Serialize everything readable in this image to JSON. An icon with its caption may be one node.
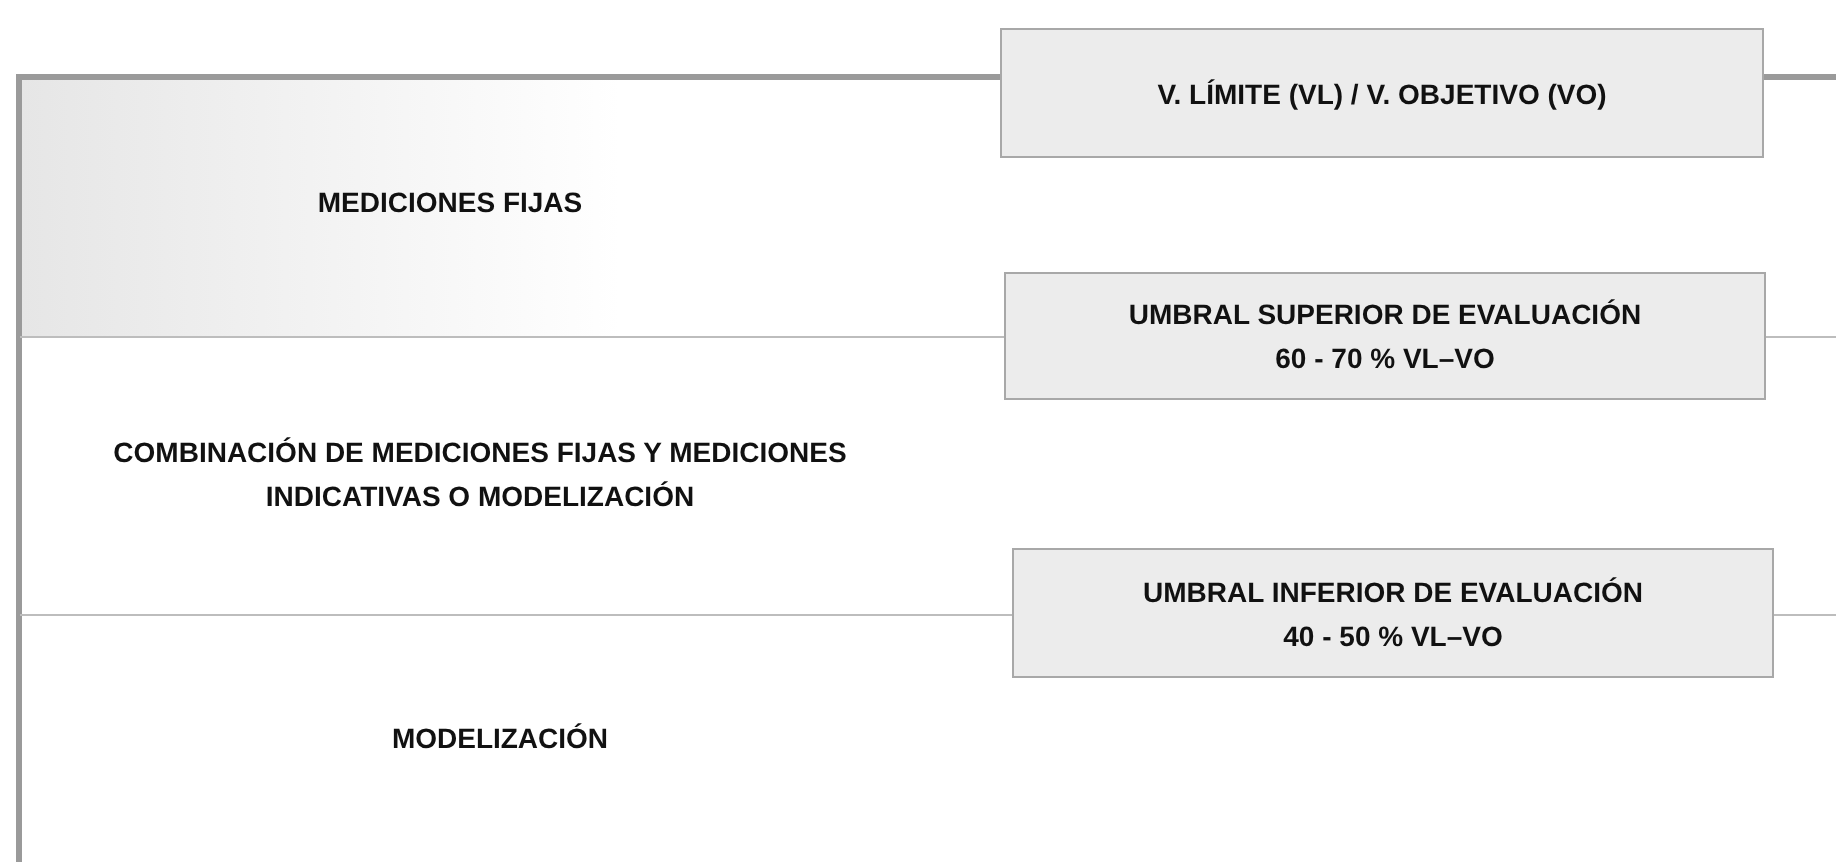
{
  "diagram": {
    "nodes": [
      {
        "text": [
          "V. LÍMITE (VL) / V. OBJETIVO (VO)"
        ]
      },
      {
        "text": [
          "UMBRAL SUPERIOR DE EVALUACIÓN",
          "60 - 70 % VL–VO"
        ]
      },
      {
        "text": [
          "UMBRAL INFERIOR DE EVALUACIÓN",
          "40 - 50 % VL–VO"
        ]
      }
    ],
    "labels": [
      "MEDICIONES FIJAS",
      "COMBINACIÓN DE MEDICIONES FIJAS Y MEDICIONES INDICATIVAS O MODELIZACIÓN",
      "MODELIZACIÓN"
    ]
  }
}
